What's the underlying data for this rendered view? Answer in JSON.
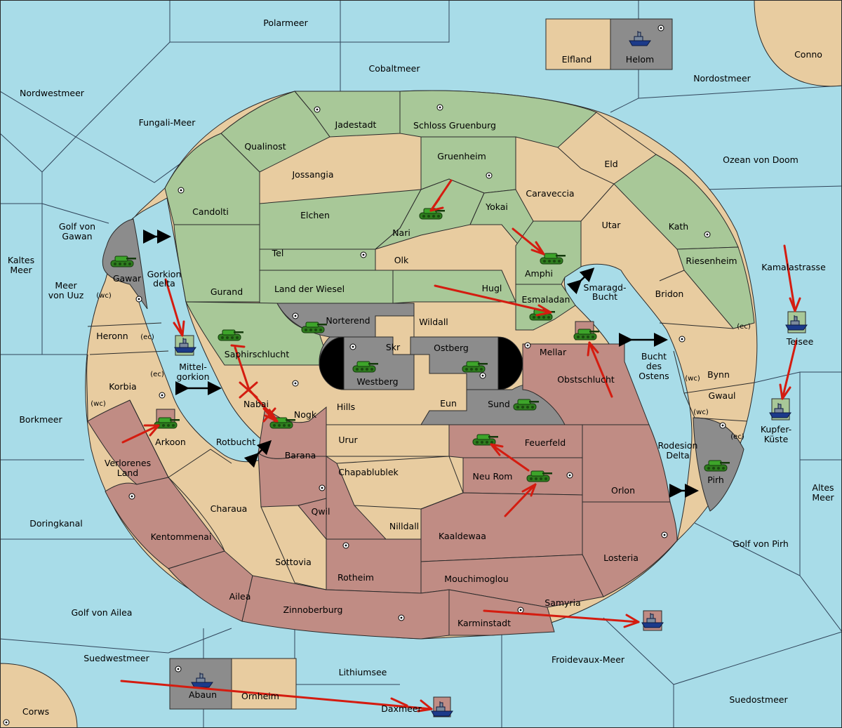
{
  "colors": {
    "sea": "#a8dce8",
    "neutral": "#e8cca0",
    "green": "#a8c898",
    "red": "#c08c84",
    "grey": "#8c8c8c",
    "order": "#d41c10"
  },
  "labels": {
    "polarmeer": "Polarmeer",
    "cobaltmeer": "Cobaltmeer",
    "elfland": "Elfland",
    "helom": "Helom",
    "conno": "Conno",
    "nordostmeer": "Nordostmeer",
    "nordwestmeer": "Nordwestmeer",
    "fungali_meer": "Fungali-Meer",
    "jadestadt": "Jadestadt",
    "schloss_gruenburg": "Schloss Gruenburg",
    "qualinost": "Qualinost",
    "gruenheim": "Gruenheim",
    "eld": "Eld",
    "ozean_von_doom": "Ozean von Doom",
    "jossangia": "Jossangia",
    "caraveccia": "Caraveccia",
    "candolti": "Candolti",
    "elchen": "Elchen",
    "yokai": "Yokai",
    "utar": "Utar",
    "kath": "Kath",
    "golf_von_gawan_1": "Golf von",
    "golf_von_gawan_2": "Gawan",
    "nari": "Nari",
    "tel": "Tel",
    "olk": "Olk",
    "amphi": "Amphi",
    "riesenheim": "Riesenheim",
    "kaltes_meer_1": "Kaltes",
    "kaltes_meer_2": "Meer",
    "kamalastrasse": "Kamalastrasse",
    "gawar": "Gawar",
    "gorkion_delta_1": "Gorkion",
    "gorkion_delta_2": "delta",
    "meer_von_uuz_1": "Meer",
    "meer_von_uuz_2": "von Uuz",
    "gurand": "Gurand",
    "land_der_wiesel": "Land der Wiesel",
    "hugl": "Hugl",
    "smaragd_bucht_1": "Smaragd-",
    "smaragd_bucht_2": "Bucht",
    "bridon": "Bridon",
    "esmaladan": "Esmaladan",
    "norterend": "Norterend",
    "wildall": "Wildall",
    "heronn": "Heronn",
    "ec": "(ec)",
    "wc": "(wc)",
    "teisee": "Teisee",
    "skr": "Skr",
    "ostberg": "Ostberg",
    "mellar": "Mellar",
    "saphirschlucht": "Saphirschlucht",
    "mittelgorkion_1": "Mittel-",
    "mittelgorkion_2": "gorkion",
    "bucht_des_ostens_1": "Bucht",
    "bucht_des_ostens_2": "des",
    "bucht_des_ostens_3": "Ostens",
    "westberg": "Westberg",
    "obstschlucht": "Obstschlucht",
    "bynn": "Bynn",
    "korbia": "Korbia",
    "nabai": "Nabai",
    "hills": "Hills",
    "eun": "Eun",
    "sund": "Sund",
    "gwaul": "Gwaul",
    "kupfer_kueste_1": "Kupfer-",
    "kupfer_kueste_2": "Küste",
    "borkmeer": "Borkmeer",
    "nogk": "Nogk",
    "arkoon": "Arkoon",
    "rotbucht": "Rotbucht",
    "urur": "Urur",
    "feuerfeld": "Feuerfeld",
    "rodesion_delta_1": "Rodesion",
    "rodesion_delta_2": "Delta",
    "verlorenes_land_1": "Verlorenes",
    "verlorenes_land_2": "Land",
    "barana": "Barana",
    "chapablublek": "Chapablublek",
    "neu_rom": "Neu Rom",
    "pirh": "Pirh",
    "altes_meer_1": "Altes",
    "altes_meer_2": "Meer",
    "orlon": "Orlon",
    "qwil": "Qwil",
    "charaua": "Charaua",
    "doringkanal": "Doringkanal",
    "nilldall": "Nilldall",
    "kentommenai": "Kentommenai",
    "kaaldewaa": "Kaaldewaa",
    "golf_von_pirh": "Golf von Pirh",
    "losteria": "Losteria",
    "sottovia": "Sottovia",
    "rotheim": "Rotheim",
    "mouchimoglou": "Mouchimoglou",
    "ailea": "Ailea",
    "samyria": "Samyria",
    "zinnoberburg": "Zinnoberburg",
    "golf_von_ailea": "Golf von Ailea",
    "karminstadt": "Karminstadt",
    "suedwestmeer": "Suedwestmeer",
    "froidevaux_meer": "Froidevaux-Meer",
    "lithiumsee": "Lithiumsee",
    "abaun": "Abaun",
    "ornheim": "Ornheim",
    "suedostmeer": "Suedostmeer",
    "daxmeer": "Daxmeer",
    "corws": "Corws"
  }
}
